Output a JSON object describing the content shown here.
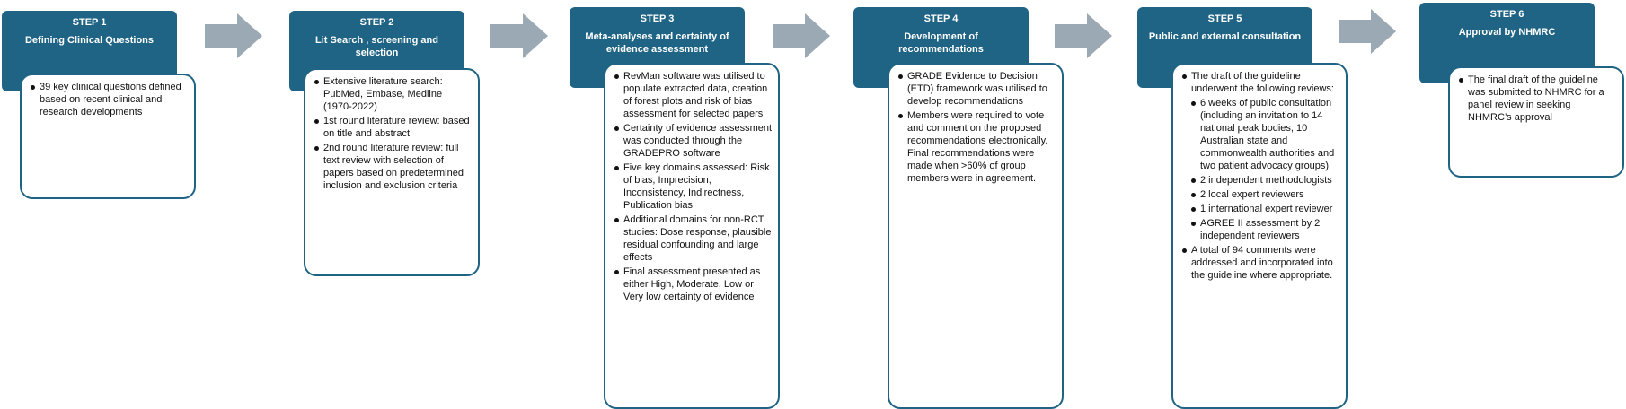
{
  "steps": [
    {
      "num": "STEP 1",
      "title": "Defining Clinical Questions",
      "bullets": [
        {
          "text": "39 key clinical questions defined based on recent clinical and research developments"
        }
      ]
    },
    {
      "num": "STEP 2",
      "title": "Lit Search , screening and selection",
      "bullets": [
        {
          "text": "Extensive literature search: PubMed, Embase, Medline (1970-2022)"
        },
        {
          "text": "1st round literature review: based on title and abstract"
        },
        {
          "text": "2nd round literature review: full text review with selection of papers based on predetermined inclusion and exclusion criteria"
        }
      ]
    },
    {
      "num": "STEP 3",
      "title": "Meta-analyses and certainty of evidence assessment",
      "bullets": [
        {
          "text": "RevMan software was utilised to populate extracted data, creation of forest plots and risk of bias assessment for selected papers"
        },
        {
          "text": "Certainty of evidence assessment was conducted through the GRADEPRO software"
        },
        {
          "text": "Five key domains assessed: Risk of bias, Imprecision, Inconsistency, Indirectness, Publication bias"
        },
        {
          "text": "Additional domains for non-RCT studies: Dose response, plausible residual confounding and large effects"
        },
        {
          "text": "Final assessment presented as either High, Moderate, Low or Very low certainty of evidence"
        }
      ]
    },
    {
      "num": "STEP 4",
      "title": "Development of recommendations",
      "bullets": [
        {
          "text": "GRADE Evidence to Decision (ETD) framework was utilised to develop recommendations"
        },
        {
          "text": "Members were required to vote and comment on the proposed recommendations electronically. Final recommendations were made when >60% of group members were in agreement."
        }
      ]
    },
    {
      "num": "STEP 5",
      "title": "Public and external consultation",
      "bullets": [
        {
          "text": "The draft of the guideline underwent the following reviews:",
          "sub": [
            "6 weeks of public consultation (including an invitation to 14 national peak bodies, 10 Australian state and commonwealth authorities and two patient advocacy groups)",
            "2 independent methodologists",
            "2 local expert reviewers",
            "1 international expert reviewer",
            "AGREE II assessment by 2 independent reviewers"
          ]
        },
        {
          "text": "A total of 94 comments were addressed and incorporated into the guideline where appropriate."
        }
      ]
    },
    {
      "num": "STEP 6",
      "title": "Approval by NHMRC",
      "bullets": [
        {
          "text": "The final draft of the guideline was submitted to NHMRC for a panel review in seeking NHMRC’s approval"
        }
      ]
    }
  ],
  "colors": {
    "header": "#1f6485",
    "arrow": "#9ba9b5",
    "border": "#1f6485"
  },
  "icons": {
    "arrow": "right-arrow-icon"
  }
}
